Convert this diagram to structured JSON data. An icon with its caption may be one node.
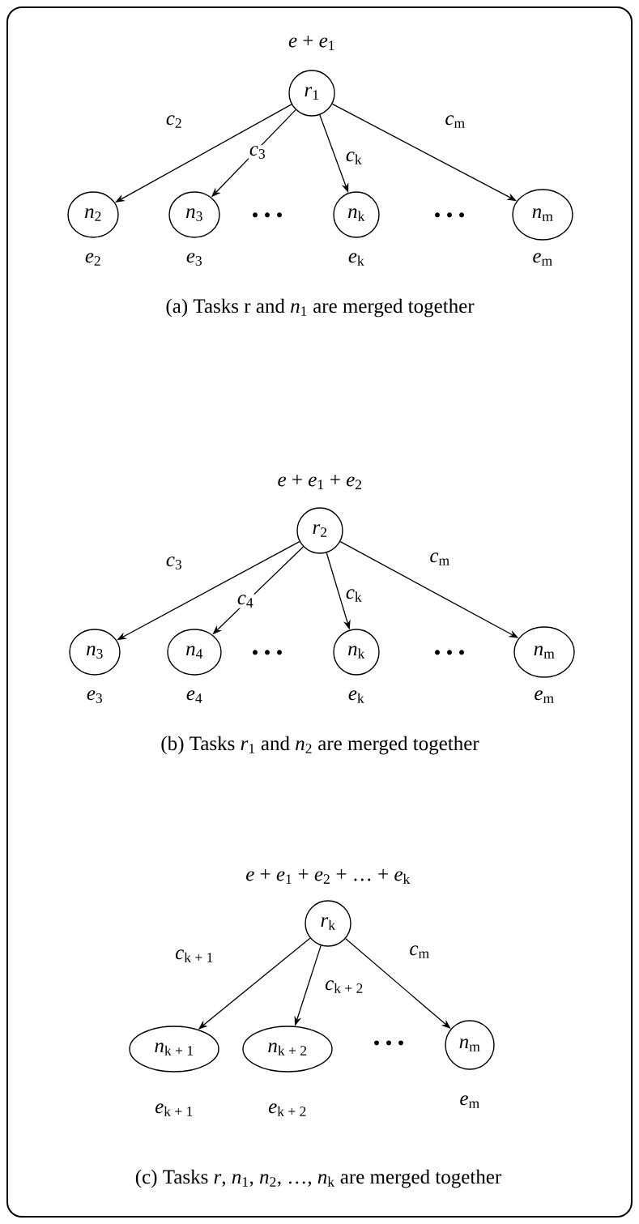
{
  "diagram": {
    "nodes": [
      {
        "text": [
          "*r*$_{1}$"
        ],
        "beside": [
          "*e* + *e*$_{1}$"
        ]
      },
      {
        "text": [
          "*n*$_{2}$"
        ],
        "beside": [
          "*e*$_{2}$"
        ]
      },
      {
        "text": [
          "*n*$_{3}$"
        ],
        "beside": [
          "*e*$_{3}$"
        ]
      },
      {
        "text": [
          "*n*$_{k}$"
        ],
        "beside": [
          "*e*$_{k}$"
        ]
      },
      {
        "text": [
          "*n*$_{m}$"
        ],
        "beside": [
          "*e*$_{m}$"
        ]
      },
      {
        "text": [
          "*r*$_{2}$"
        ],
        "beside": [
          "*e* + *e*$_{1}$ + *e*$_{2}$"
        ]
      },
      {
        "text": [
          "*n*$_{3}$"
        ],
        "beside": [
          "*e*$_{3}$"
        ]
      },
      {
        "text": [
          "*n*$_{4}$"
        ],
        "beside": [
          "*e*$_{4}$"
        ]
      },
      {
        "text": [
          "*n*$_{k}$"
        ],
        "beside": [
          "*e*$_{k}$"
        ]
      },
      {
        "text": [
          "*n*$_{m}$"
        ],
        "beside": [
          "*e*$_{m}$"
        ]
      },
      {
        "text": [
          "*r*$_{k}$"
        ],
        "beside": [
          "*e* + *e*$_{1}$ + *e*$_{2}$ + … + *e*$_{k}$"
        ]
      },
      {
        "text": [
          "*n*$_{k + 1}$"
        ],
        "beside": [
          "*e*$_{k + 1}$"
        ]
      },
      {
        "text": [
          "*n*$_{k + 2}$"
        ],
        "beside": [
          "*e*$_{k + 2}$"
        ]
      },
      {
        "text": [
          "*n*$_{m}$"
        ],
        "beside": [
          "*e*$_{m}$"
        ]
      }
    ],
    "edges": [
      {
        "from": 0,
        "to": 1,
        "arrow": "to",
        "label": "*c*$_{2}$"
      },
      {
        "from": 0,
        "to": 2,
        "arrow": "to",
        "label": "*c*$_{3}$"
      },
      {
        "from": 0,
        "to": 3,
        "arrow": "to",
        "label": "*c*$_{k}$"
      },
      {
        "from": 0,
        "to": 4,
        "arrow": "to",
        "label": "*c*$_{m}$"
      },
      {
        "from": 5,
        "to": 6,
        "arrow": "to",
        "label": "*c*$_{3}$"
      },
      {
        "from": 5,
        "to": 7,
        "arrow": "to",
        "label": "*c*$_{4}$"
      },
      {
        "from": 5,
        "to": 8,
        "arrow": "to",
        "label": "*c*$_{k}$"
      },
      {
        "from": 5,
        "to": 9,
        "arrow": "to",
        "label": "*c*$_{m}$"
      },
      {
        "from": 10,
        "to": 11,
        "arrow": "to",
        "label": "*c*$_{k + 1}$"
      },
      {
        "from": 10,
        "to": 12,
        "arrow": "to",
        "label": "*c*$_{k + 2}$"
      },
      {
        "from": 10,
        "to": 13,
        "arrow": "to",
        "label": "*c*$_{m}$"
      }
    ],
    "labels": [
      "• • •",
      "• • •",
      "(a)  Tasks r and *n*$_{1}$ are merged together",
      "• • •",
      "• • •",
      "(b)  Tasks *r*$_{1}$ and *n*$_{2}$ are merged together",
      "• • •",
      "(c)  Tasks *r*, *n*$_{1}$, *n*$_{2}$, …, *n*$_{k}$ are merged together"
    ]
  }
}
